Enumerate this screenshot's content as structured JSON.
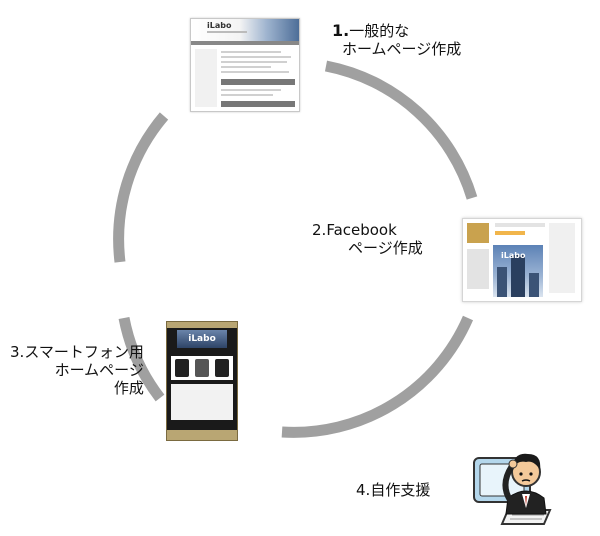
{
  "steps": [
    {
      "number": "1.",
      "lines": [
        "一般的な",
        "ホームページ作成"
      ]
    },
    {
      "number": "2.",
      "lines": [
        "Facebook",
        "ページ作成"
      ]
    },
    {
      "number": "3.",
      "lines": [
        "スマートフォン用",
        "ホームページ",
        "作成"
      ]
    },
    {
      "number": "4.",
      "lines": [
        "自作支援"
      ]
    }
  ],
  "thumbnails": {
    "site_brand": "iLabo",
    "facebook_brand": "iLabo",
    "smartphone_brand": "iLabo"
  },
  "colors": {
    "ring": "#a0a0a0",
    "text": "#111111"
  }
}
